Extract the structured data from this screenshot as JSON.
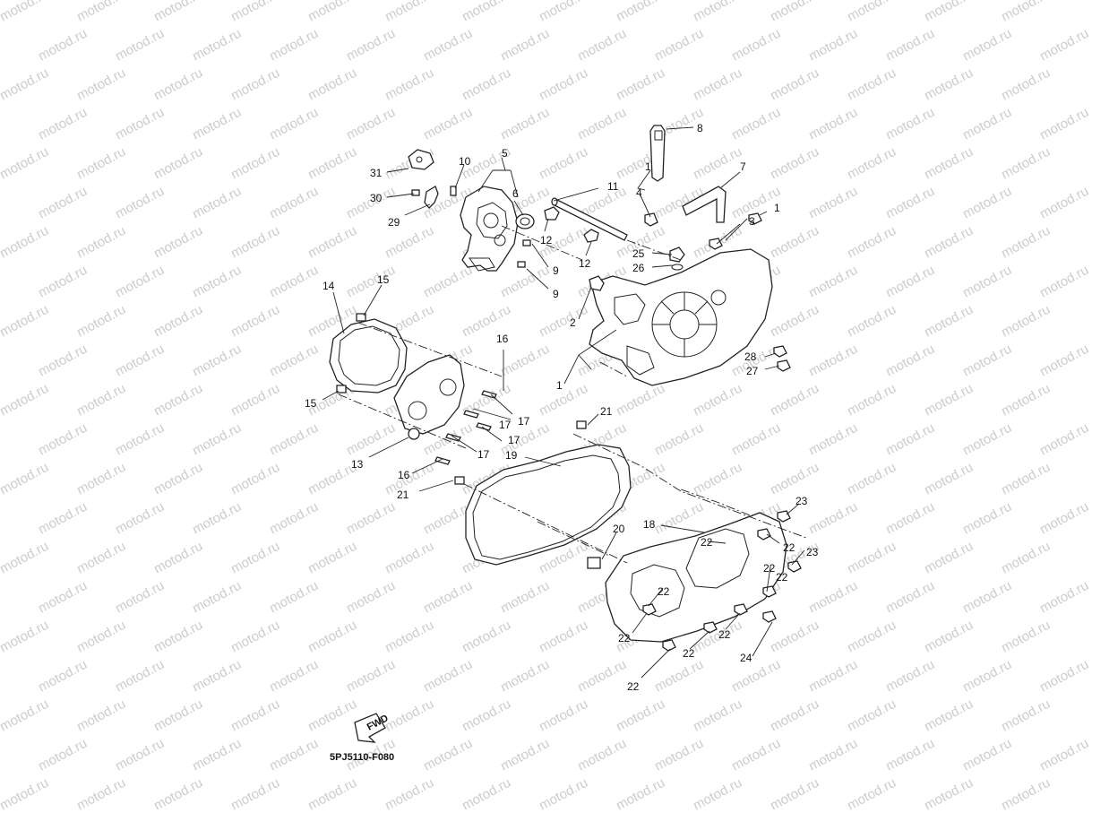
{
  "watermark": "motod.ru",
  "diagram_code": "5PJ5110-F080",
  "fwd_label": "FWD",
  "callouts": [
    {
      "id": "c-31a",
      "text": "31"
    },
    {
      "id": "c-30",
      "text": "30"
    },
    {
      "id": "c-29",
      "text": "29"
    },
    {
      "id": "c-10",
      "text": "10"
    },
    {
      "id": "c-5",
      "text": "5"
    },
    {
      "id": "c-6",
      "text": "6"
    },
    {
      "id": "c-12a",
      "text": "12"
    },
    {
      "id": "c-12b",
      "text": "12"
    },
    {
      "id": "c-9a",
      "text": "9"
    },
    {
      "id": "c-9b",
      "text": "9"
    },
    {
      "id": "c-11",
      "text": "11"
    },
    {
      "id": "c-8",
      "text": "8"
    },
    {
      "id": "c-7",
      "text": "7"
    },
    {
      "id": "c-1a",
      "text": "1"
    },
    {
      "id": "c-4",
      "text": "4"
    },
    {
      "id": "c-3",
      "text": "3"
    },
    {
      "id": "c-1b",
      "text": "1"
    },
    {
      "id": "c-25",
      "text": "25"
    },
    {
      "id": "c-26",
      "text": "26"
    },
    {
      "id": "c-2",
      "text": "2"
    },
    {
      "id": "c-1c",
      "text": "1"
    },
    {
      "id": "c-28",
      "text": "28"
    },
    {
      "id": "c-27",
      "text": "27"
    },
    {
      "id": "c-14",
      "text": "14"
    },
    {
      "id": "c-15a",
      "text": "15"
    },
    {
      "id": "c-15b",
      "text": "15"
    },
    {
      "id": "c-16a",
      "text": "16"
    },
    {
      "id": "c-17a",
      "text": "17"
    },
    {
      "id": "c-17b",
      "text": "17"
    },
    {
      "id": "c-17c",
      "text": "17"
    },
    {
      "id": "c-17d",
      "text": "17"
    },
    {
      "id": "c-13",
      "text": "13"
    },
    {
      "id": "c-16b",
      "text": "16"
    },
    {
      "id": "c-21a",
      "text": "21"
    },
    {
      "id": "c-19",
      "text": "19"
    },
    {
      "id": "c-21b",
      "text": "21"
    },
    {
      "id": "c-20",
      "text": "20"
    },
    {
      "id": "c-18",
      "text": "18"
    },
    {
      "id": "c-23a",
      "text": "23"
    },
    {
      "id": "c-22a",
      "text": "22"
    },
    {
      "id": "c-22b",
      "text": "22"
    },
    {
      "id": "c-23b",
      "text": "23"
    },
    {
      "id": "c-22c",
      "text": "22"
    },
    {
      "id": "c-22d",
      "text": "22"
    },
    {
      "id": "c-22e",
      "text": "22"
    },
    {
      "id": "c-22f",
      "text": "22"
    },
    {
      "id": "c-22g",
      "text": "22"
    },
    {
      "id": "c-22h",
      "text": "22"
    },
    {
      "id": "c-24",
      "text": "24"
    },
    {
      "id": "c-22i",
      "text": "22"
    }
  ]
}
